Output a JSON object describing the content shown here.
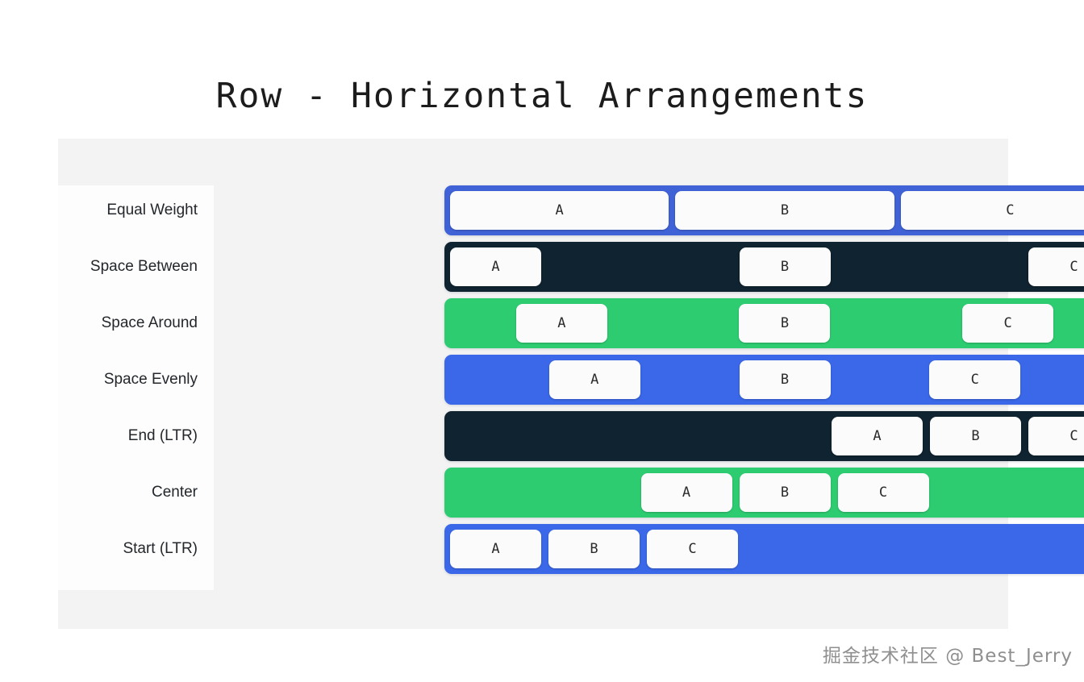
{
  "title": "Row - Horizontal Arrangements",
  "watermark": "掘金技术社区 @ Best_Jerry",
  "palette": {
    "background": "#ffffff",
    "panel": "#f3f3f3",
    "label_strip": "#fdfdfd",
    "blue_indigo": "#3f62d6",
    "blue_royal": "#3a68e8",
    "navy_dark": "#0f2330",
    "green": "#2ecc71",
    "box_white": "#fbfbfc",
    "title_text": "#1c1c1c",
    "label_text": "#23272b",
    "watermark_text": "#7c7c7c"
  },
  "rows": [
    {
      "label": "Equal Weight",
      "arrangement": "equal",
      "track_color": "#3f62d6",
      "items": [
        {
          "label": "A"
        },
        {
          "label": "B"
        },
        {
          "label": "C"
        }
      ]
    },
    {
      "label": "Space Between",
      "arrangement": "between",
      "track_color": "#0f2330",
      "items": [
        {
          "label": "A"
        },
        {
          "label": "B"
        },
        {
          "label": "C"
        }
      ]
    },
    {
      "label": "Space Around",
      "arrangement": "around",
      "track_color": "#2ecc71",
      "items": [
        {
          "label": "A"
        },
        {
          "label": "B"
        },
        {
          "label": "C"
        }
      ]
    },
    {
      "label": "Space Evenly",
      "arrangement": "evenly",
      "track_color": "#3a68e8",
      "items": [
        {
          "label": "A"
        },
        {
          "label": "B"
        },
        {
          "label": "C"
        }
      ]
    },
    {
      "label": "End (LTR)",
      "arrangement": "end",
      "track_color": "#0f2330",
      "items": [
        {
          "label": "A"
        },
        {
          "label": "B"
        },
        {
          "label": "C"
        }
      ]
    },
    {
      "label": "Center",
      "arrangement": "center",
      "track_color": "#2ecc71",
      "items": [
        {
          "label": "A"
        },
        {
          "label": "B"
        },
        {
          "label": "C"
        }
      ]
    },
    {
      "label": "Start (LTR)",
      "arrangement": "start",
      "track_color": "#3a68e8",
      "items": [
        {
          "label": "A"
        },
        {
          "label": "B"
        },
        {
          "label": "C"
        }
      ]
    }
  ]
}
